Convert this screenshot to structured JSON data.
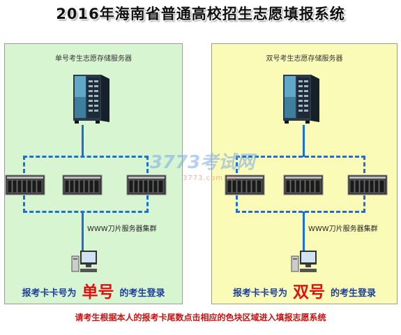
{
  "title": "2016年海南省普通高校招生志愿填报系统",
  "panels": {
    "odd": {
      "heading": "单号考生志愿存储服务器",
      "cluster_label": "WWW刀片服务器集群",
      "login_prefix": "报考卡卡号为",
      "login_big": "单号",
      "login_suffix": "的考生登录",
      "bg_color": "#d8f5d2"
    },
    "even": {
      "heading": "双号考生志愿存储服务器",
      "cluster_label": "WWW刀片服务器集群",
      "login_prefix": "报考卡卡号为",
      "login_big": "双号",
      "login_suffix": "的考生登录",
      "bg_color": "#fbfbb8"
    }
  },
  "watermark": {
    "main": "3773考试网",
    "sub": "3773.com.cn"
  },
  "instruction": "请考生根据本人的报考卡尾数点击相应的色块区域进入填报志愿系统",
  "colors": {
    "network_line": "#1a6fd8",
    "big_label": "#e01010",
    "login_text": "#1d3f9c",
    "instruction": "#cc1111"
  },
  "icons": [
    "tower-server-icon",
    "blade-server-icon",
    "desktop-computer-icon"
  ]
}
